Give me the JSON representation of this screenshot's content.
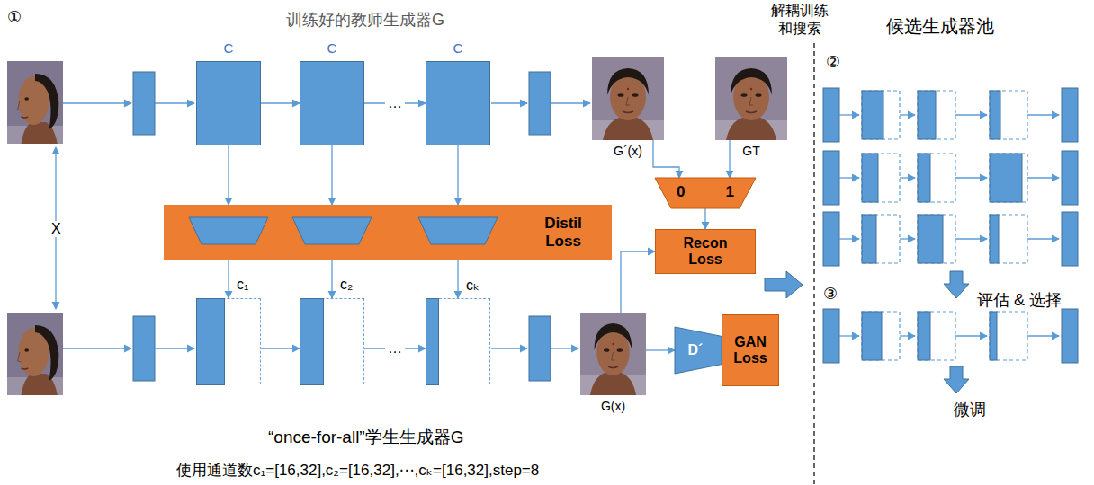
{
  "diagram": {
    "nodes": [
      {
        "text": [
          "C"
        ]
      },
      {
        "text": [
          "C"
        ]
      },
      {
        "text": [
          "C"
        ]
      },
      {
        "text": [
          "G´(x)"
        ]
      },
      {
        "text": [
          "GT"
        ]
      },
      {
        "text": [
          "Distil Loss"
        ]
      },
      {
        "text": [
          "0",
          "1"
        ]
      },
      {
        "text": [
          "Recon Loss"
        ]
      },
      {
        "text": [
          "c₁"
        ]
      },
      {
        "text": [
          "c₂"
        ]
      },
      {
        "text": [
          "cₖ"
        ]
      },
      {
        "text": [
          "G(x)"
        ]
      },
      {
        "text": [
          "D´"
        ]
      },
      {
        "text": [
          "GAN Loss"
        ]
      }
    ],
    "edges": [
      {
        "from": 0,
        "to": 1,
        "arrow": "to"
      },
      {
        "from": 1,
        "to": 2,
        "label": "…",
        "arrow": "to"
      },
      {
        "from": 0,
        "to": 5,
        "arrow": "to"
      },
      {
        "from": 1,
        "to": 5,
        "arrow": "to"
      },
      {
        "from": 2,
        "to": 5,
        "arrow": "to"
      },
      {
        "from": 5,
        "to": 8,
        "arrow": "to"
      },
      {
        "from": 5,
        "to": 9,
        "arrow": "to"
      },
      {
        "from": 5,
        "to": 10,
        "arrow": "to"
      },
      {
        "from": 8,
        "to": 9,
        "arrow": "to"
      },
      {
        "from": 9,
        "to": 10,
        "label": "…",
        "arrow": "to"
      },
      {
        "from": 3,
        "to": 6,
        "arrow": "to"
      },
      {
        "from": 4,
        "to": 6,
        "arrow": "to"
      },
      {
        "from": 6,
        "to": 7,
        "arrow": "to"
      },
      {
        "from": 11,
        "to": 7,
        "arrow": "to"
      },
      {
        "from": 11,
        "to": 12,
        "arrow": "to"
      }
    ],
    "labels": [
      "①",
      "训练好的教师生成器G",
      "解耦训练和搜索",
      "候选生成器池",
      "X",
      "②",
      "③",
      "评估 & 选择",
      "微调",
      "“once-for-all”学生生成器G",
      "使用通道数c₁=[16,32],c₂=[16,32],⋯,cₖ=[16,32],step=8"
    ]
  }
}
